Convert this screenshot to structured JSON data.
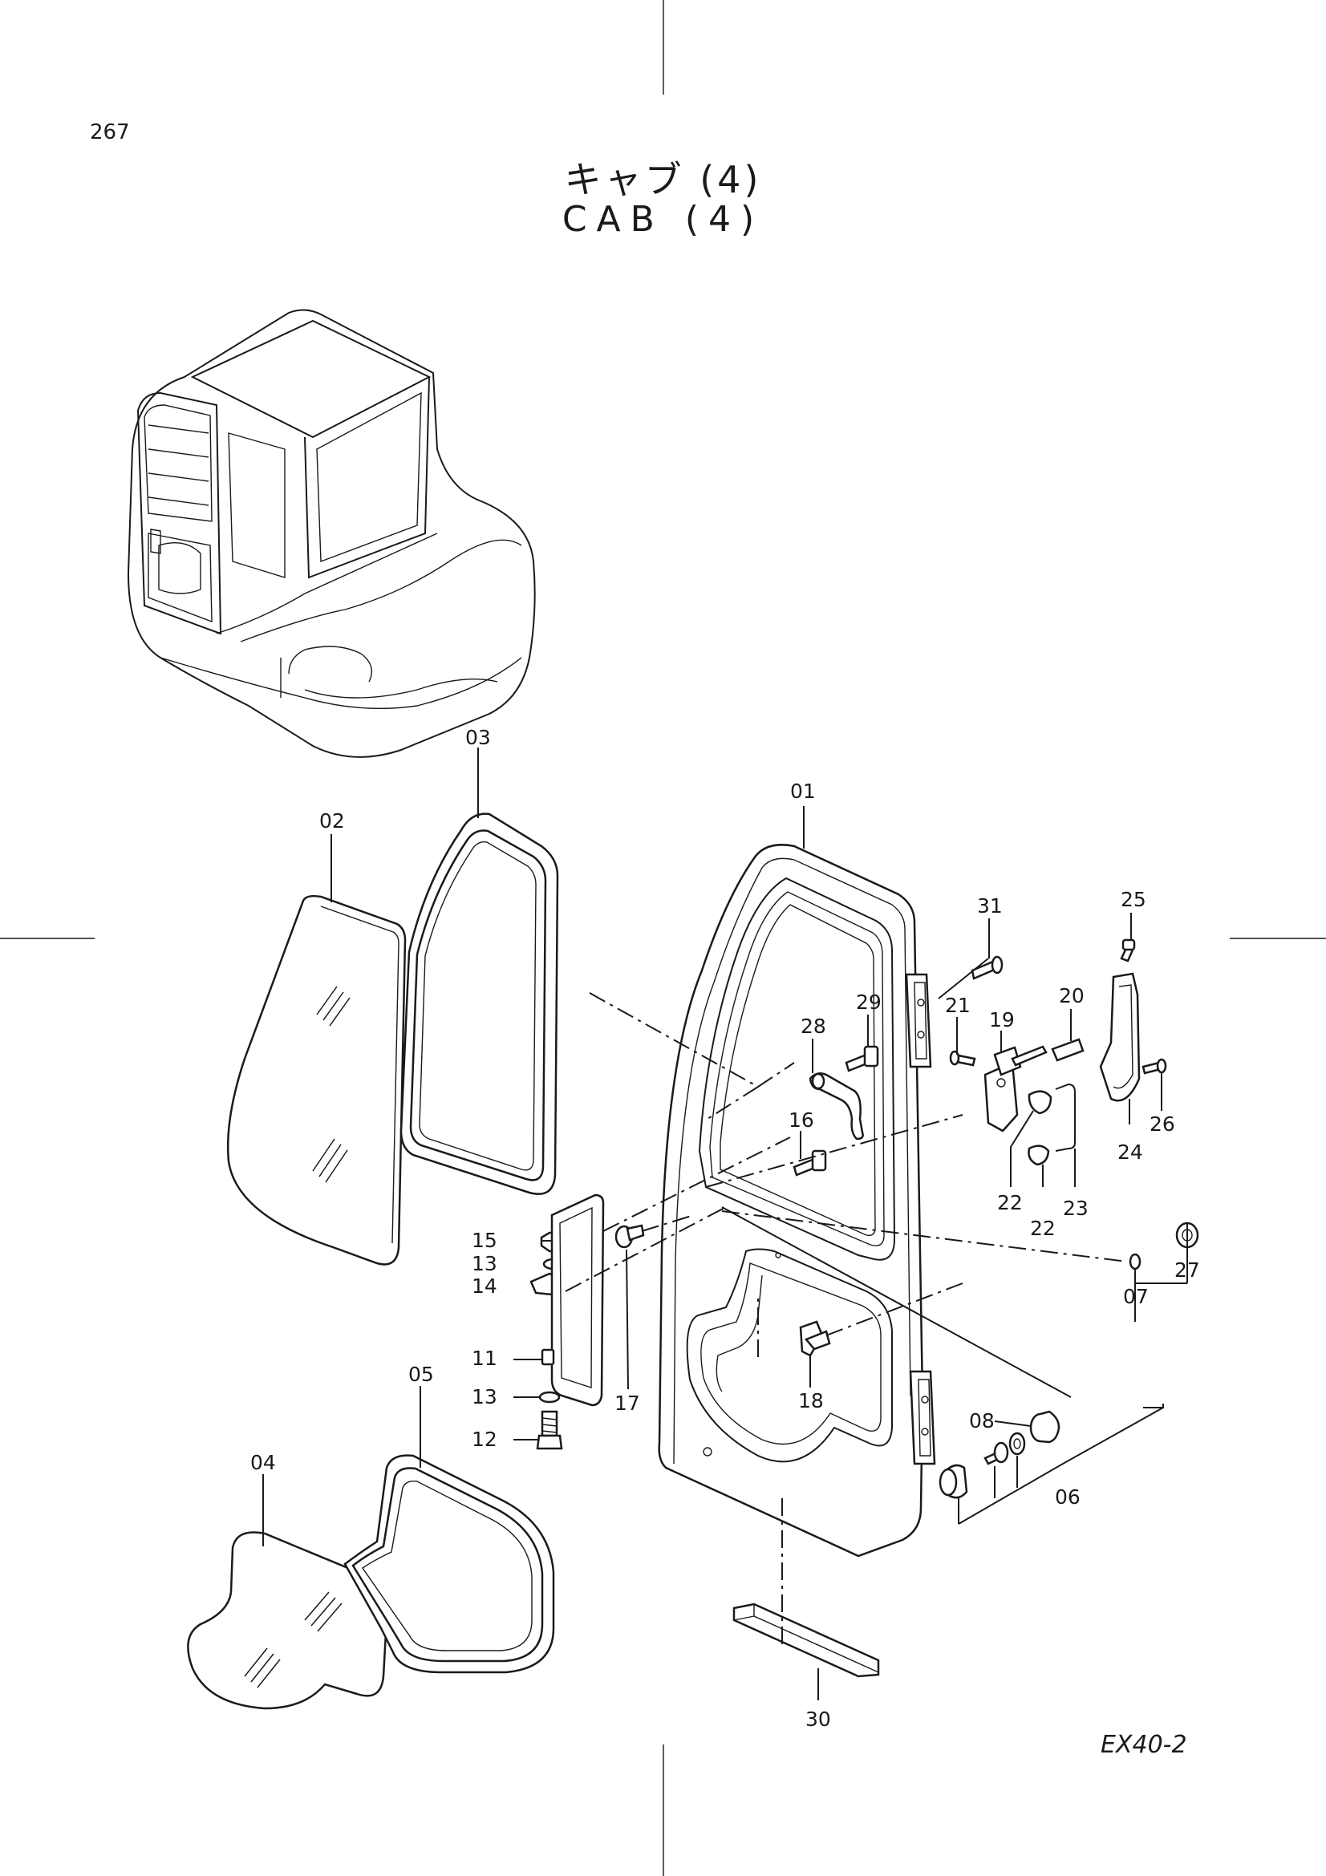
{
  "page_number": "267",
  "title_jp": "キャブ (4)",
  "title_en": "CAB (4)",
  "model": "EX40-2",
  "callouts": [
    {
      "id": "c01",
      "text": "01"
    },
    {
      "id": "c02",
      "text": "02"
    },
    {
      "id": "c03",
      "text": "03"
    },
    {
      "id": "c04",
      "text": "04"
    },
    {
      "id": "c05",
      "text": "05"
    },
    {
      "id": "c06",
      "text": "06"
    },
    {
      "id": "c07",
      "text": "07"
    },
    {
      "id": "c08",
      "text": "08"
    },
    {
      "id": "c11",
      "text": "11"
    },
    {
      "id": "c12",
      "text": "12"
    },
    {
      "id": "c13a",
      "text": "13"
    },
    {
      "id": "c13b",
      "text": "13"
    },
    {
      "id": "c14",
      "text": "14"
    },
    {
      "id": "c15",
      "text": "15"
    },
    {
      "id": "c16",
      "text": "16"
    },
    {
      "id": "c17",
      "text": "17"
    },
    {
      "id": "c18",
      "text": "18"
    },
    {
      "id": "c19",
      "text": "19"
    },
    {
      "id": "c20",
      "text": "20"
    },
    {
      "id": "c21",
      "text": "21"
    },
    {
      "id": "c22a",
      "text": "22"
    },
    {
      "id": "c22b",
      "text": "22"
    },
    {
      "id": "c23",
      "text": "23"
    },
    {
      "id": "c24",
      "text": "24"
    },
    {
      "id": "c25",
      "text": "25"
    },
    {
      "id": "c26",
      "text": "26"
    },
    {
      "id": "c27",
      "text": "27"
    },
    {
      "id": "c28",
      "text": "28"
    },
    {
      "id": "c29",
      "text": "29"
    },
    {
      "id": "c30",
      "text": "30"
    },
    {
      "id": "c31",
      "text": "31"
    }
  ]
}
